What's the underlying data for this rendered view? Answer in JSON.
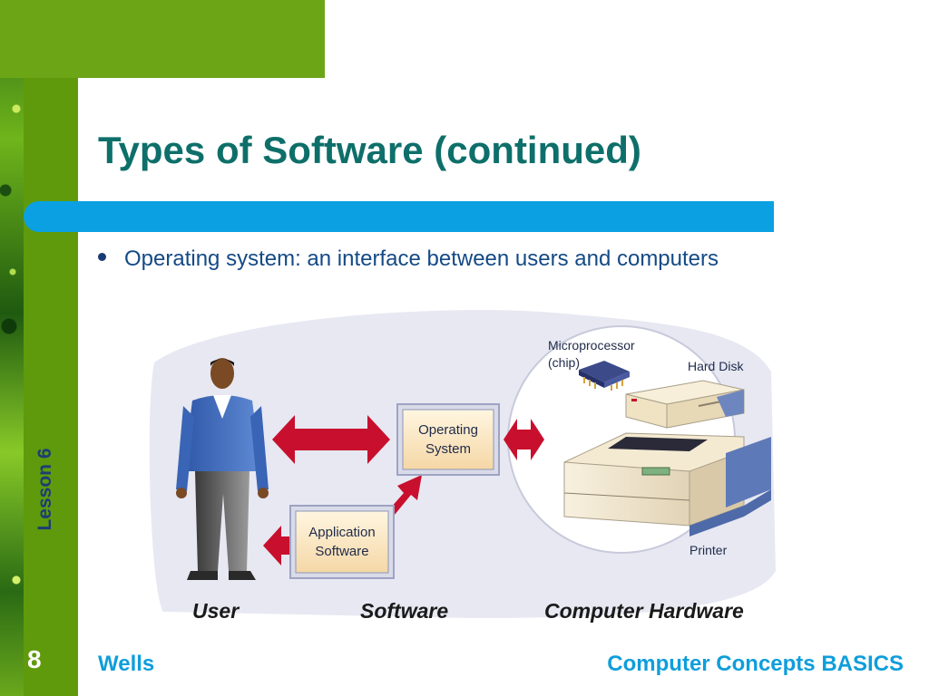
{
  "slide": {
    "title": "Types of Software (continued)",
    "bullet": "Operating system: an interface between users and computers",
    "lesson_label": "Lesson 6",
    "page_number": "8",
    "footer_left": "Wells",
    "footer_right": "Computer Concepts BASICS"
  },
  "diagram": {
    "captions": {
      "user": "User",
      "software": "Software",
      "hardware": "Computer Hardware"
    },
    "os_box": {
      "line1": "Operating",
      "line2": "System"
    },
    "app_box": {
      "line1": "Application",
      "line2": "Software"
    },
    "hardware_labels": {
      "microprocessor_line1": "Microprocessor",
      "microprocessor_line2": "(chip)",
      "hard_disk": "Hard Disk",
      "printer": "Printer"
    }
  },
  "colors": {
    "green_band": "#5f9a0c",
    "title_teal": "#0e6f6a",
    "rule_blue": "#0aa0e2",
    "footer_blue": "#0f9edb",
    "arrow_red": "#c8102e"
  }
}
